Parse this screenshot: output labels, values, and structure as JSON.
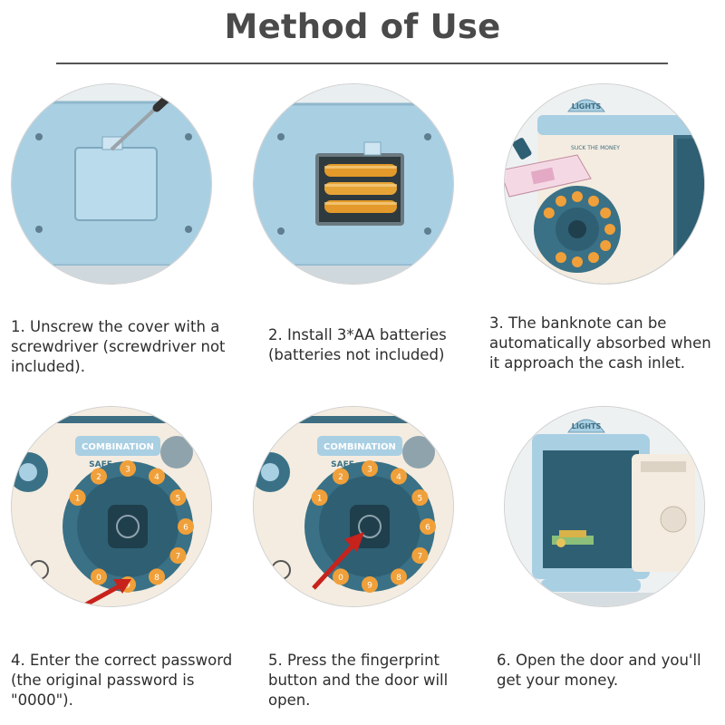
{
  "header": {
    "title": "Method of Use"
  },
  "steps": [
    {
      "caption": "1. Unscrew the cover with a\nscrewdriver (screwdriver not\nincluded)."
    },
    {
      "caption": "2. Install 3*AA batteries\n(batteries not included)"
    },
    {
      "caption": "3. The banknote can be\nautomatically absorbed when\nit approach the cash inlet."
    },
    {
      "caption": "4. Enter the correct password\n(the original password is\n\"0000\")."
    },
    {
      "caption": "5. Press the fingerprint\nbutton and the door will\nopen."
    },
    {
      "caption": "6. Open the door and you'll\nget your money."
    }
  ],
  "product": {
    "panel_text": "COMBINATION",
    "panel_sub": "SAFE",
    "top_badge": "LIGHTS",
    "slot_text": "SUCK THE MONEY",
    "keypad_digits": [
      "1",
      "2",
      "3",
      "4",
      "5",
      "6",
      "7",
      "8",
      "9",
      "0"
    ]
  },
  "colors": {
    "body_blue": "#a9cfe3",
    "dark_teal": "#2f5f73",
    "keypad_ring": "#3a7186",
    "key_orange": "#f0a03a",
    "arrow_red": "#c8221c",
    "cream": "#f4ece0"
  }
}
